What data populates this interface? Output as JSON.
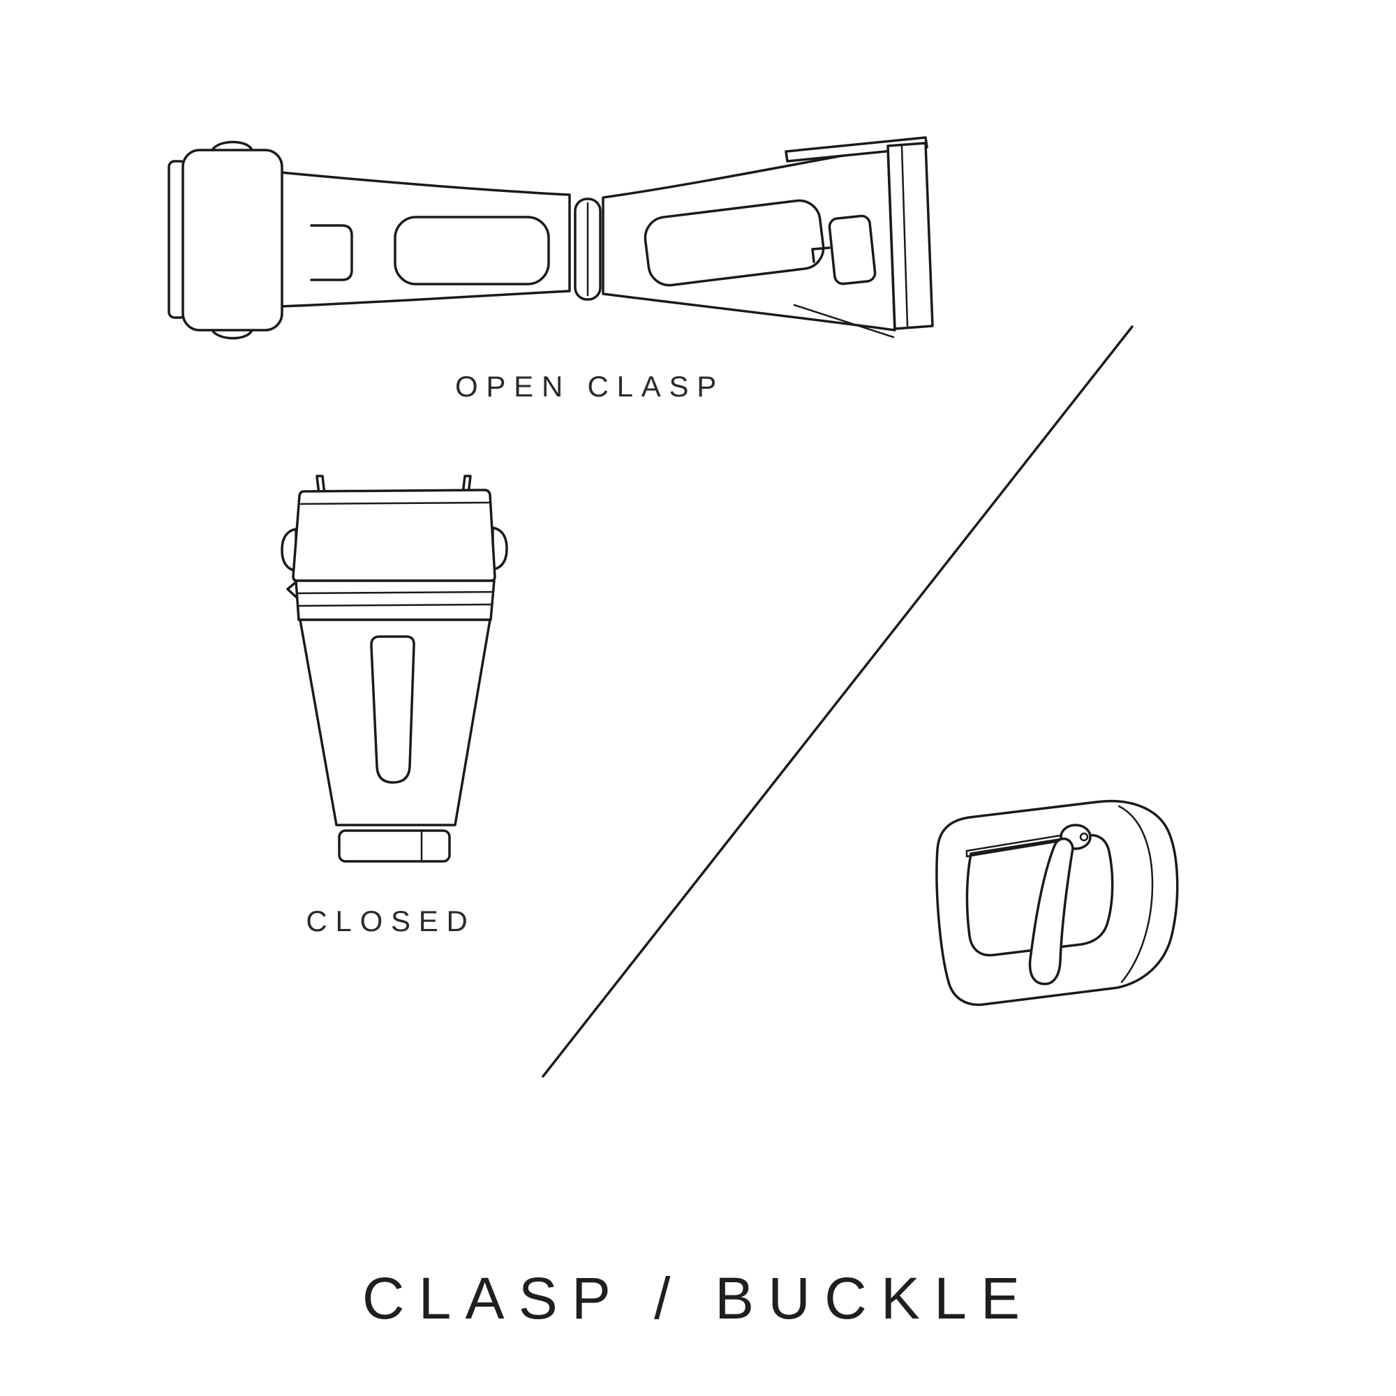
{
  "colors": {
    "background": "#ffffff",
    "ink": "#1a1a1a"
  },
  "labels": {
    "open_clasp": "OPEN CLASP",
    "closed_clasp": "CLOSED"
  },
  "title": "CLASP / BUCKLE",
  "illustrations": {
    "open_clasp": "watch-deployant-clasp-open-top-view",
    "closed_clasp": "watch-deployant-clasp-closed-top-view",
    "buckle": "watch-tang-buckle-perspective",
    "divider": "diagonal-divider-line"
  }
}
